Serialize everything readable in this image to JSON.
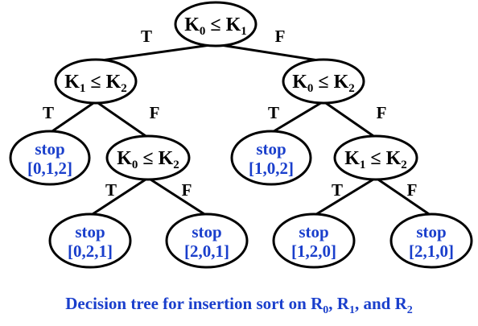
{
  "colors": {
    "leaf_text": "#1a3fcc",
    "caption_text": "#1a3fcc",
    "line": "#000000"
  },
  "nodes": [
    {
      "id": "n0",
      "kind": "compare",
      "left": "K",
      "left_sub": "0",
      "op": "≤",
      "right": "K",
      "right_sub": "1"
    },
    {
      "id": "n1",
      "kind": "compare",
      "left": "K",
      "left_sub": "1",
      "op": "≤",
      "right": "K",
      "right_sub": "2"
    },
    {
      "id": "n2",
      "kind": "compare",
      "left": "K",
      "left_sub": "0",
      "op": "≤",
      "right": "K",
      "right_sub": "2"
    },
    {
      "id": "l012",
      "kind": "leaf",
      "line1": "stop",
      "line2": "[0,1,2]"
    },
    {
      "id": "n3",
      "kind": "compare",
      "left": "K",
      "left_sub": "0",
      "op": "≤",
      "right": "K",
      "right_sub": "2"
    },
    {
      "id": "l102",
      "kind": "leaf",
      "line1": "stop",
      "line2": "[1,0,2]"
    },
    {
      "id": "n4",
      "kind": "compare",
      "left": "K",
      "left_sub": "1",
      "op": "≤",
      "right": "K",
      "right_sub": "2"
    },
    {
      "id": "l021",
      "kind": "leaf",
      "line1": "stop",
      "line2": "[0,2,1]"
    },
    {
      "id": "l201",
      "kind": "leaf",
      "line1": "stop",
      "line2": "[2,0,1]"
    },
    {
      "id": "l120",
      "kind": "leaf",
      "line1": "stop",
      "line2": "[1,2,0]"
    },
    {
      "id": "l210",
      "kind": "leaf",
      "line1": "stop",
      "line2": "[2,1,0]"
    }
  ],
  "edges": [
    {
      "from": "n0",
      "to": "n1",
      "label": "T"
    },
    {
      "from": "n0",
      "to": "n2",
      "label": "F"
    },
    {
      "from": "n1",
      "to": "l012",
      "label": "T"
    },
    {
      "from": "n1",
      "to": "n3",
      "label": "F"
    },
    {
      "from": "n2",
      "to": "l102",
      "label": "T"
    },
    {
      "from": "n2",
      "to": "n4",
      "label": "F"
    },
    {
      "from": "n3",
      "to": "l021",
      "label": "T"
    },
    {
      "from": "n3",
      "to": "l201",
      "label": "F"
    },
    {
      "from": "n4",
      "to": "l120",
      "label": "T"
    },
    {
      "from": "n4",
      "to": "l210",
      "label": "F"
    }
  ],
  "caption": {
    "prefix": "Decision tree for insertion sort on ",
    "r0": "R",
    "r0_sub": "0",
    "sep1": ", ",
    "r1": "R",
    "r1_sub": "1",
    "sep2": ", and ",
    "r2": "R",
    "r2_sub": "2"
  }
}
